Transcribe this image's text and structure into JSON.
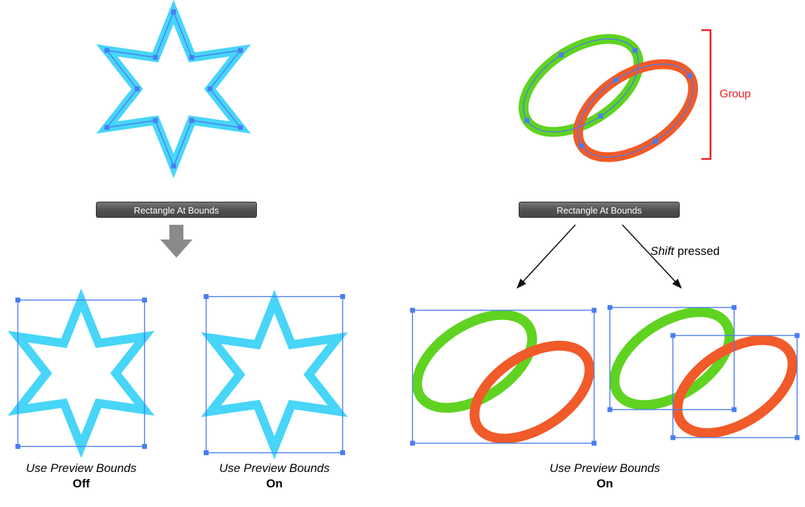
{
  "colors": {
    "star_cyan": "#47d5f8",
    "ellipse_green": "#5fd320",
    "ellipse_orange": "#f15a29",
    "selection_blue": "#4a7df2",
    "annotation_red": "#ee1d23",
    "arrow_gray": "#8a8a8a",
    "button_background": "#555555",
    "button_text": "#ffffff"
  },
  "left_panel": {
    "button_label": "Rectangle At Bounds",
    "result_off": {
      "caption": "Use Preview Bounds",
      "state": "Off"
    },
    "result_on": {
      "caption": "Use Preview Bounds",
      "state": "On"
    }
  },
  "right_panel": {
    "button_label": "Rectangle At Bounds",
    "group_label": "Group",
    "shift_note": {
      "italic": "Shift",
      "rest": " pressed"
    },
    "result_on": {
      "caption": "Use Preview Bounds",
      "state": "On"
    }
  },
  "icons": {
    "down_arrow": "thick-gray-down-arrow",
    "left_branch_arrow": "thin-black-diagonal-arrow",
    "right_branch_arrow": "thin-black-diagonal-arrow",
    "group_bracket": "red-right-bracket"
  }
}
